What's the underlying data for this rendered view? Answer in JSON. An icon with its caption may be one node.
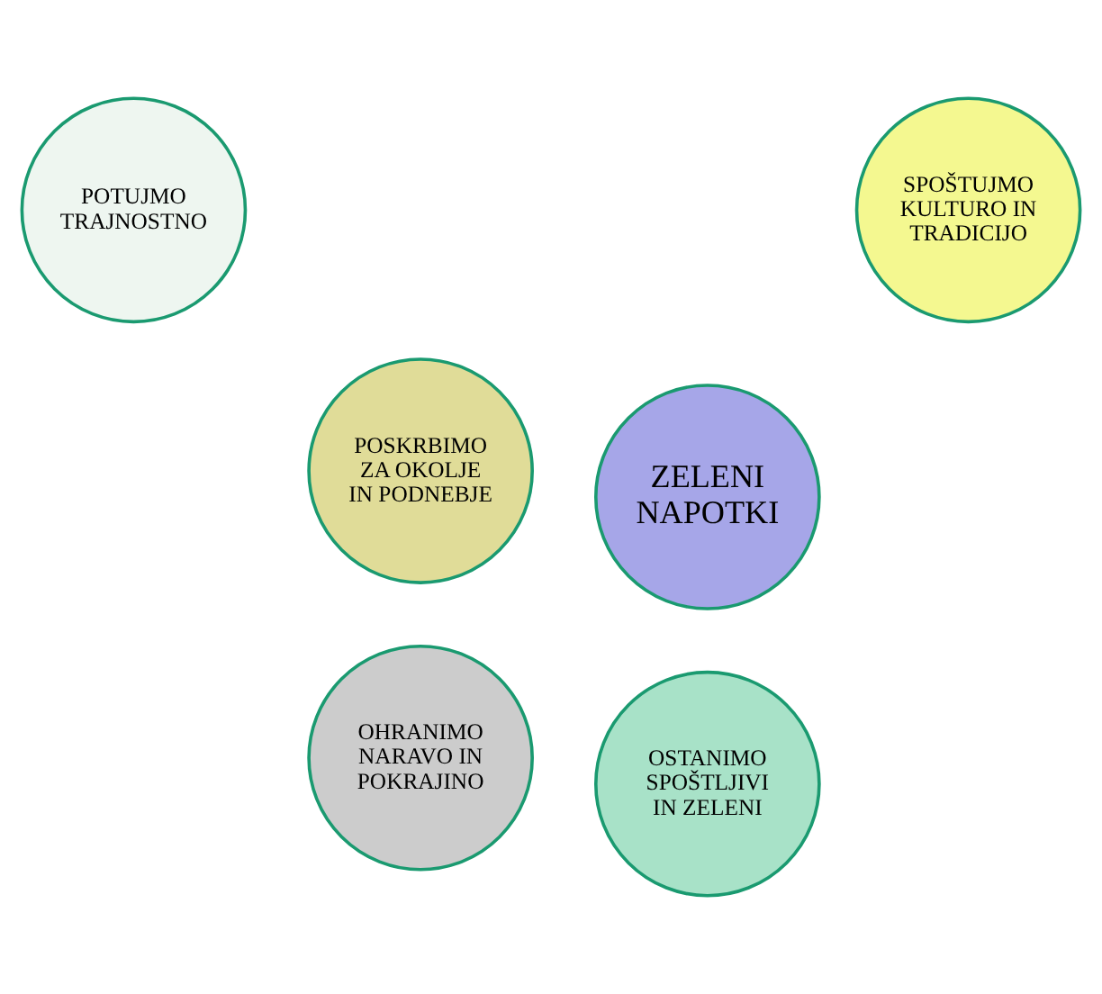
{
  "diagram": {
    "nodes": [
      {
        "text": [
          "OHRANIMO NARAVO IN POKRAJINO"
        ]
      },
      {
        "text": [
          "OSTANIMO SPOŠTLJIVI IN ZELENI"
        ]
      },
      {
        "text": [
          "ZELENI NAPOTKI"
        ]
      },
      {
        "text": [
          "POSKRBIMO ZA OKOLJE IN PODNEBJE"
        ]
      },
      {
        "text": [
          "SPOŠTUJMO KULTURO IN TRADICIJO"
        ]
      },
      {
        "text": [
          "POTUJMO TRAJNOSTNO"
        ]
      }
    ],
    "edges": []
  }
}
